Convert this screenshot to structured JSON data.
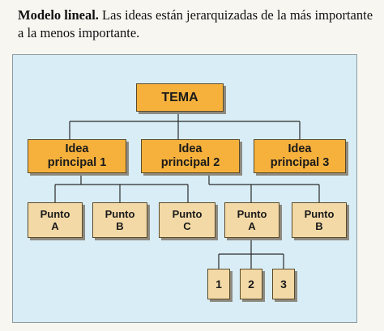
{
  "caption": {
    "bold": "Modelo lineal.",
    "text": " Las ideas están jerarquizadas de la más importante a la menos importante."
  },
  "diagram": {
    "root": "TEMA",
    "ideas": [
      {
        "line1": "Idea",
        "line2": "principal 1"
      },
      {
        "line1": "Idea",
        "line2": "principal 2"
      },
      {
        "line1": "Idea",
        "line2": "principal 3"
      }
    ],
    "points": [
      {
        "line1": "Punto",
        "line2": "A"
      },
      {
        "line1": "Punto",
        "line2": "B"
      },
      {
        "line1": "Punto",
        "line2": "C"
      },
      {
        "line1": "Punto",
        "line2": "A"
      },
      {
        "line1": "Punto",
        "line2": "B"
      }
    ],
    "subpoints": [
      "1",
      "2",
      "3"
    ]
  },
  "colors": {
    "panel": "#d8edf6",
    "primary_box": "#f6b13c",
    "secondary_box": "#f3d9a6",
    "connector": "#2b2b2b"
  }
}
